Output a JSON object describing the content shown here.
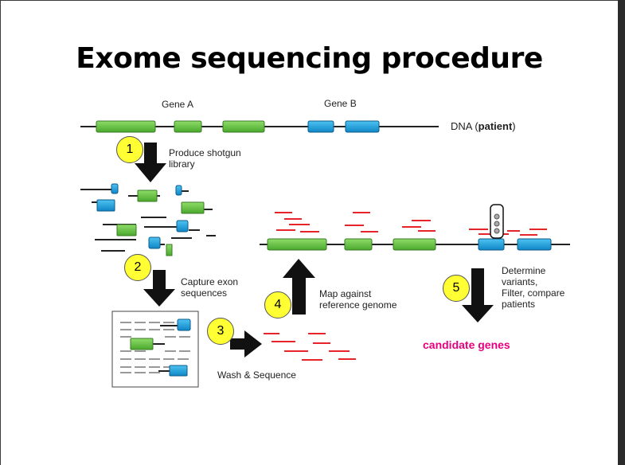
{
  "title": "Exome sequencing procedure",
  "genes": {
    "gene_a": "Gene A",
    "gene_b": "Gene B"
  },
  "dna_label": {
    "prefix": "DNA (",
    "bold": "patient",
    "suffix": ")"
  },
  "steps": [
    {
      "number": "1",
      "text_lines": [
        "Produce shotgun",
        "library"
      ]
    },
    {
      "number": "2",
      "text_lines": [
        "Capture exon",
        "sequences"
      ]
    },
    {
      "number": "3",
      "text_lines": [
        "Wash & Sequence"
      ]
    },
    {
      "number": "4",
      "text_lines": [
        "Map against",
        "reference genome"
      ]
    },
    {
      "number": "5",
      "text_lines": [
        "Determine",
        "variants,",
        "Filter, compare",
        "patients"
      ]
    }
  ],
  "result": "candidate genes",
  "colors": {
    "exon_green": "#66cc44",
    "exon_blue": "#1ba1e2",
    "read_red": "#e8242b",
    "step_yellow": "#ffff33",
    "result_pink": "#e5007d"
  }
}
